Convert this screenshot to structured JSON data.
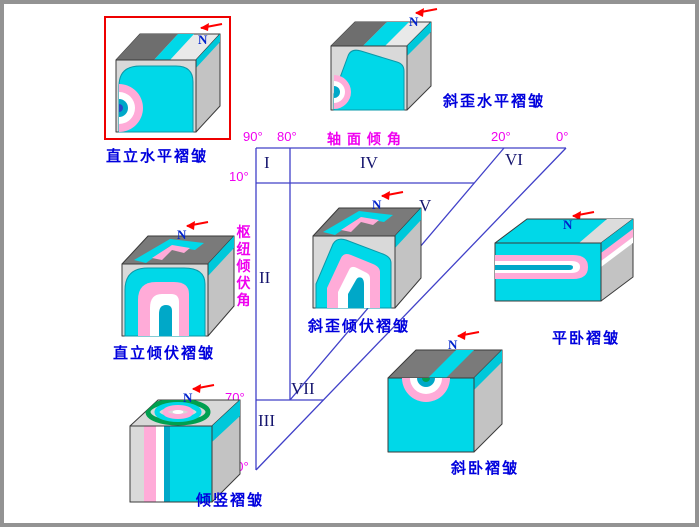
{
  "north_label": "N",
  "colors": {
    "label_blue": "#0000dd",
    "axis_magenta": "#f000f0",
    "line_blue": "#4040c8",
    "arrow_red": "#ff0000",
    "fold_cyan": "#00d8e8",
    "fold_pink": "#ffabd8",
    "highlight_red": "#ee0000"
  },
  "blocks": [
    {
      "id": "upright-horizontal",
      "label": "直立水平褶皱",
      "highlighted": true
    },
    {
      "id": "inclined-horizontal",
      "label": "斜歪水平褶皱",
      "highlighted": false
    },
    {
      "id": "upright-plunging",
      "label": "直立倾伏褶皱",
      "highlighted": false
    },
    {
      "id": "inclined-plunging",
      "label": "斜歪倾伏褶皱",
      "highlighted": false
    },
    {
      "id": "recumbent",
      "label": "平卧褶皱",
      "highlighted": false
    },
    {
      "id": "vertical",
      "label": "倾竖褶皱",
      "highlighted": false
    },
    {
      "id": "reclined",
      "label": "斜卧褶皱",
      "highlighted": false
    }
  ],
  "chart": {
    "x_axis_title": "轴面倾角",
    "y_axis_title": "枢纽倾伏角",
    "x_ticks": [
      "90°",
      "80°",
      "20°",
      "0°"
    ],
    "y_ticks": [
      "10°",
      "70°",
      "90°"
    ],
    "zones": [
      "I",
      "II",
      "III",
      "IV",
      "V",
      "VI",
      "VII"
    ]
  }
}
